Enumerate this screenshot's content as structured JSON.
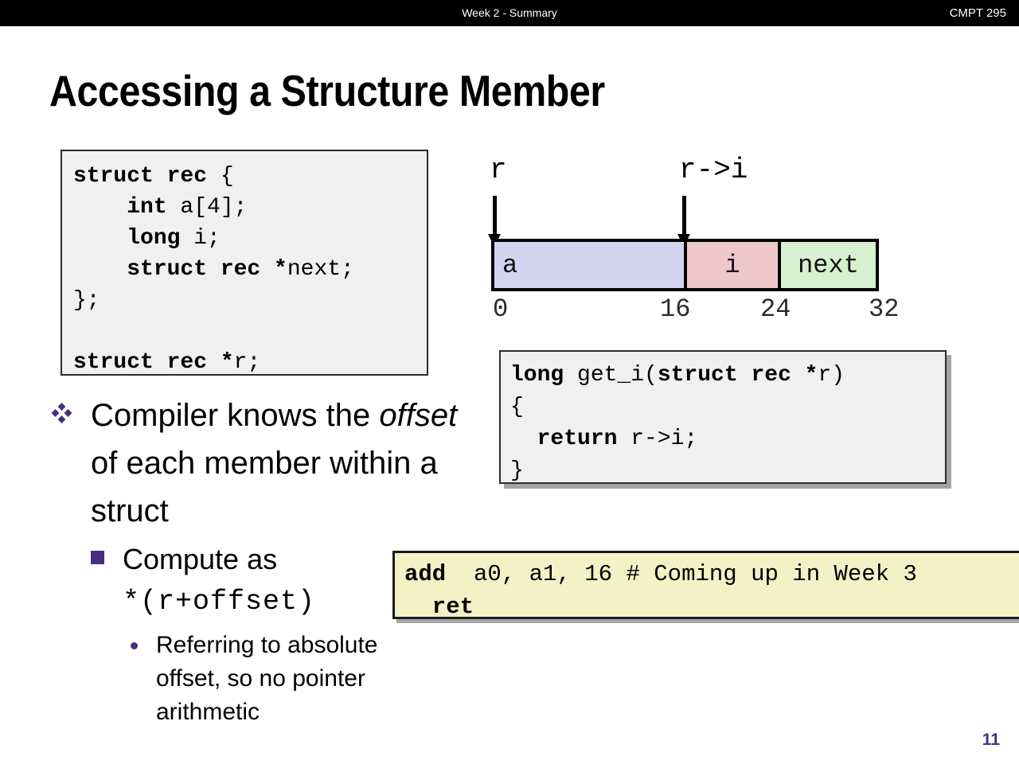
{
  "header": {
    "center_title": "Week 2 - Summary",
    "course_code": "CMPT 295"
  },
  "slide": {
    "title": "Accessing a Structure Member",
    "page_number": "11"
  },
  "struct_code": {
    "lines": [
      {
        "kw": "struct rec ",
        "id": "{"
      },
      {
        "kw": "    int ",
        "id": "a[4];"
      },
      {
        "kw": "    long ",
        "id": "i;"
      },
      {
        "kw": "    struct rec *",
        "id": "next;"
      },
      {
        "kw": "",
        "id": "};"
      },
      {
        "kw": "",
        "id": ""
      },
      {
        "kw": "struct rec *",
        "id": "r;"
      }
    ]
  },
  "func_code": {
    "lines": [
      {
        "kw": "long ",
        "id": "get_i(",
        "kw2": "struct rec *",
        "id2": "r)"
      },
      {
        "kw": "",
        "id": "{"
      },
      {
        "kw": "  return ",
        "id": "r->i;"
      },
      {
        "kw": "",
        "id": "}"
      }
    ]
  },
  "asm_code": {
    "lines": [
      {
        "kw": "add ",
        "id": " a0, a1, 16 # Coming up in Week 3"
      },
      {
        "kw": "  ret",
        "id": ""
      }
    ]
  },
  "diagram": {
    "pointer_labels": [
      {
        "name": "r",
        "text": "r"
      },
      {
        "name": "r-arrow-i",
        "text": "r->i"
      }
    ],
    "cells": [
      {
        "name": "a",
        "label": "a",
        "color": "#D4D4F0"
      },
      {
        "name": "i",
        "label": "i",
        "color": "#EFC8CA"
      },
      {
        "name": "next",
        "label": "next",
        "color": "#D7F0CF"
      }
    ],
    "offsets": [
      "0",
      "16",
      "24",
      "32"
    ]
  },
  "bullets": {
    "level1": {
      "glyph": "diamond-cluster-bullet",
      "text_before_italic": "Compiler knows the ",
      "italic_word": "offset",
      "text_after_italic": " of each member within a struct"
    },
    "level2": {
      "glyph": "square-bullet",
      "text": "Compute as ",
      "mono_text": "*(r+offset)"
    },
    "level3": {
      "glyph": "round-bullet",
      "text": "Referring to absolute offset, so no pointer arithmetic"
    }
  },
  "colors": {
    "accent_purple": "#4A2D7F",
    "header_bg": "#000000",
    "code_bg": "#F0F0F0",
    "asm_bg": "#F4F1C6"
  }
}
